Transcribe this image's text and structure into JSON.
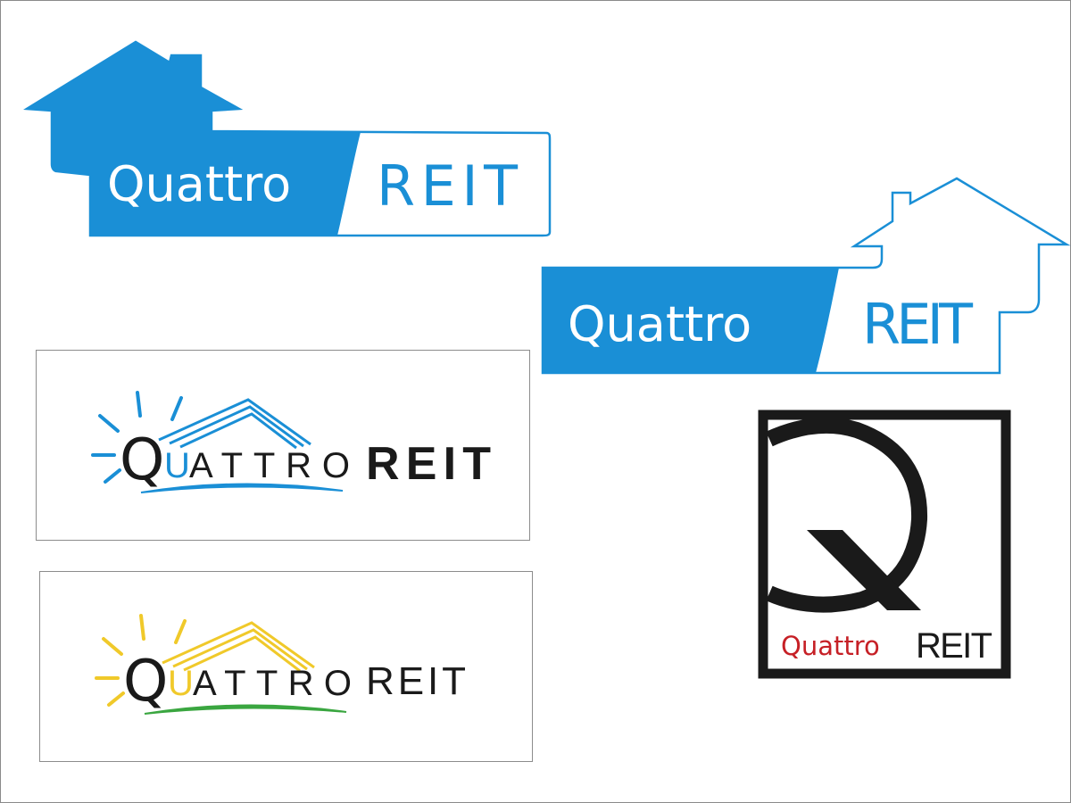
{
  "colors": {
    "blue": "#1a8fd6",
    "black": "#1a1a1a",
    "red": "#c62026",
    "yellow": "#f0c92a",
    "green": "#3aa640",
    "border": "#8c8c8c"
  },
  "logos": {
    "blue_house_left": {
      "word1": "Quattro",
      "word2": "REIT"
    },
    "blue_house_right": {
      "word1": "Quattro",
      "word2": "REIT"
    },
    "sun_blue": {
      "q": "Q",
      "u": "U",
      "rest": "ATTRO",
      "word2": "REIT"
    },
    "sun_yellow": {
      "q": "Q",
      "u": "U",
      "rest": "ATTRO",
      "word2": "REIT"
    },
    "q_square": {
      "letter": "Q",
      "word1": "Quattro",
      "word2": "REIT"
    }
  }
}
